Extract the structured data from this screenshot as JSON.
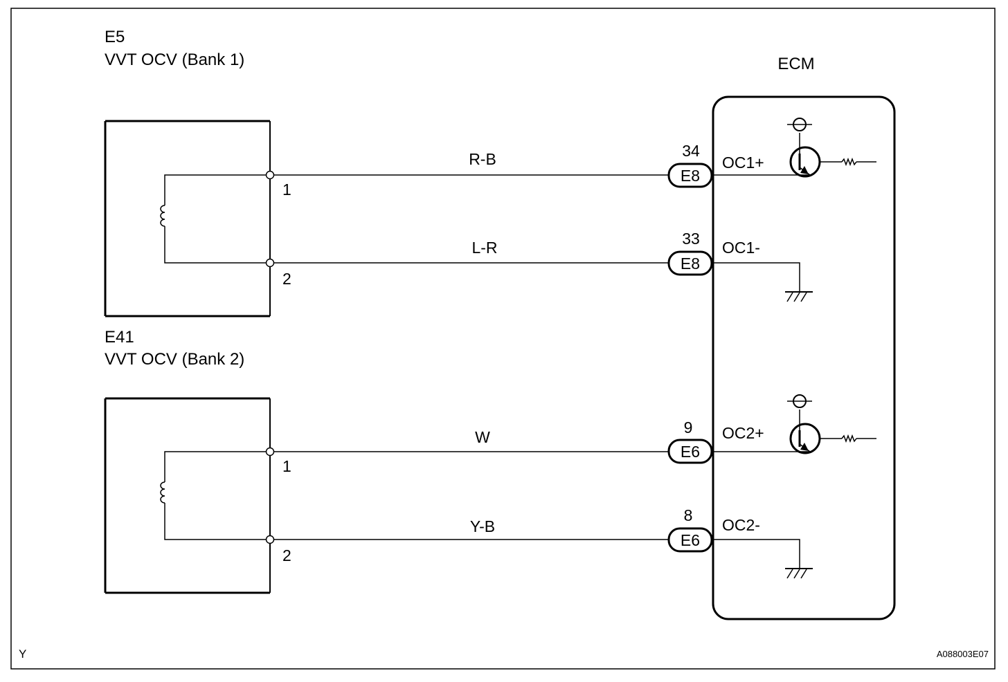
{
  "components": {
    "ocv_bank1": {
      "code": "E5",
      "name": "VVT OCV (Bank 1)"
    },
    "ocv_bank2": {
      "code": "E41",
      "name": "VVT OCV (Bank 2)"
    },
    "ecm": {
      "name": "ECM"
    }
  },
  "ocv_pins": {
    "pin1": "1",
    "pin2": "2"
  },
  "wires": [
    {
      "color": "R-B",
      "connector": "E8",
      "ecm_pin": "34",
      "terminal": "OC1+"
    },
    {
      "color": "L-R",
      "connector": "E8",
      "ecm_pin": "33",
      "terminal": "OC1-"
    },
    {
      "color": "W",
      "connector": "E6",
      "ecm_pin": "9",
      "terminal": "OC2+"
    },
    {
      "color": "Y-B",
      "connector": "E6",
      "ecm_pin": "8",
      "terminal": "OC2-"
    }
  ],
  "footer": {
    "left_code": "Y",
    "figure_id": "A088003E07"
  }
}
